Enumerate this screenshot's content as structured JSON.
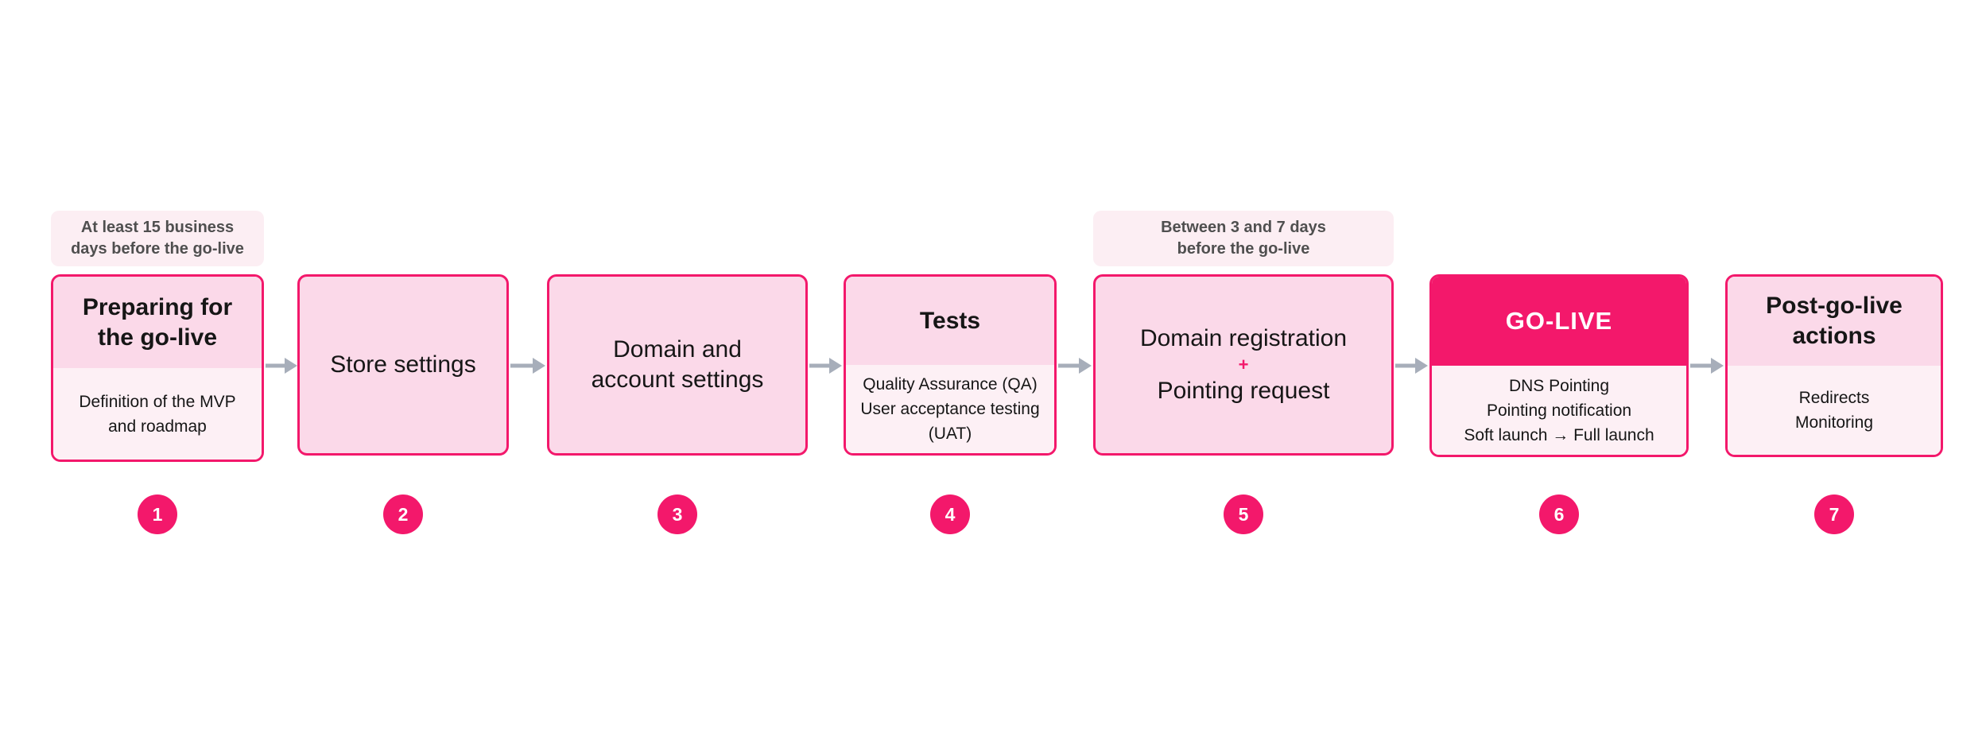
{
  "colors": {
    "accent": "#F3186B",
    "box_border": "#F3186B",
    "header_fill": "#FBD9E9",
    "body_fill": "#FDF0F5",
    "note_fill": "#FCEEF3",
    "note_text": "#4F4F4F",
    "arrow": "#A7AEBA",
    "text": "#161616",
    "golive_fill": "#F3186B",
    "golive_text": "#FFFFFF"
  },
  "notes": {
    "note1": {
      "lines": [
        "At least 15 business",
        "days before the go-live"
      ]
    },
    "note5": {
      "lines": [
        "Between 3 and 7 days",
        "before the go-live"
      ]
    }
  },
  "steps": {
    "s1": {
      "number": "1",
      "title_lines": [
        "Preparing for",
        "the go-live"
      ],
      "body_lines": [
        "Definition of the MVP",
        "and roadmap"
      ]
    },
    "s2": {
      "number": "2",
      "title": "Store settings"
    },
    "s3": {
      "number": "3",
      "title_lines": [
        "Domain and",
        "account settings"
      ]
    },
    "s4": {
      "number": "4",
      "title": "Tests",
      "body_lines": [
        "Quality Assurance (QA)",
        "User acceptance testing",
        "(UAT)"
      ]
    },
    "s5": {
      "number": "5",
      "line1": "Domain registration",
      "plus": "+",
      "line2": "Pointing request"
    },
    "s6": {
      "number": "6",
      "title": "GO-LIVE",
      "body_lines": [
        "DNS Pointing",
        "Pointing notification",
        "Soft launch → Full launch"
      ]
    },
    "s7": {
      "number": "7",
      "title_lines": [
        "Post-go-live",
        "actions"
      ],
      "body_lines": [
        "Redirects",
        "Monitoring"
      ]
    }
  }
}
